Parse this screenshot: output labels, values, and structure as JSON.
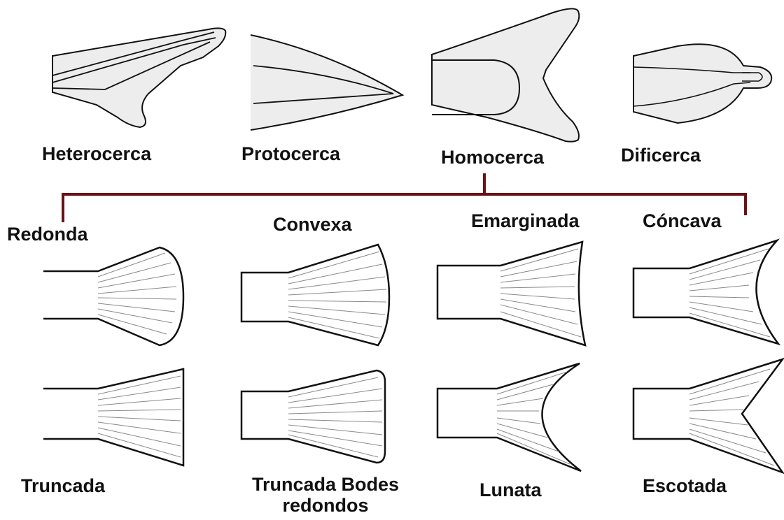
{
  "colors": {
    "bracket": "#6b1216",
    "fin_fill": "#ededed",
    "outline": "#111111",
    "rays": "#8a8a8a",
    "text": "#111111"
  },
  "icons": [
    "heterocercal-tail-icon",
    "protocercal-tail-icon",
    "homocercal-tail-icon",
    "diphycercal-tail-icon",
    "rounded-fin-icon",
    "convex-fin-icon",
    "emarginate-fin-icon",
    "concave-fin-icon",
    "truncate-fin-icon",
    "truncate-rounded-corners-fin-icon",
    "lunate-fin-icon",
    "forked-fin-icon"
  ],
  "top_row": {
    "heterocerca": "Heterocerca",
    "protocerca": "Protocerca",
    "homocerca": "Homocerca",
    "dificerca": "Dificerca"
  },
  "subtypes": {
    "redonda": "Redonda",
    "convexa": "Convexa",
    "emarginada": "Emarginada",
    "concava": "Cóncava"
  },
  "bottom_row": {
    "truncada": "Truncada",
    "truncada_bodes_line1": "Truncada Bodes",
    "truncada_bodes_line2": "redondos",
    "lunata": "Lunata",
    "escotada": "Escotada"
  }
}
